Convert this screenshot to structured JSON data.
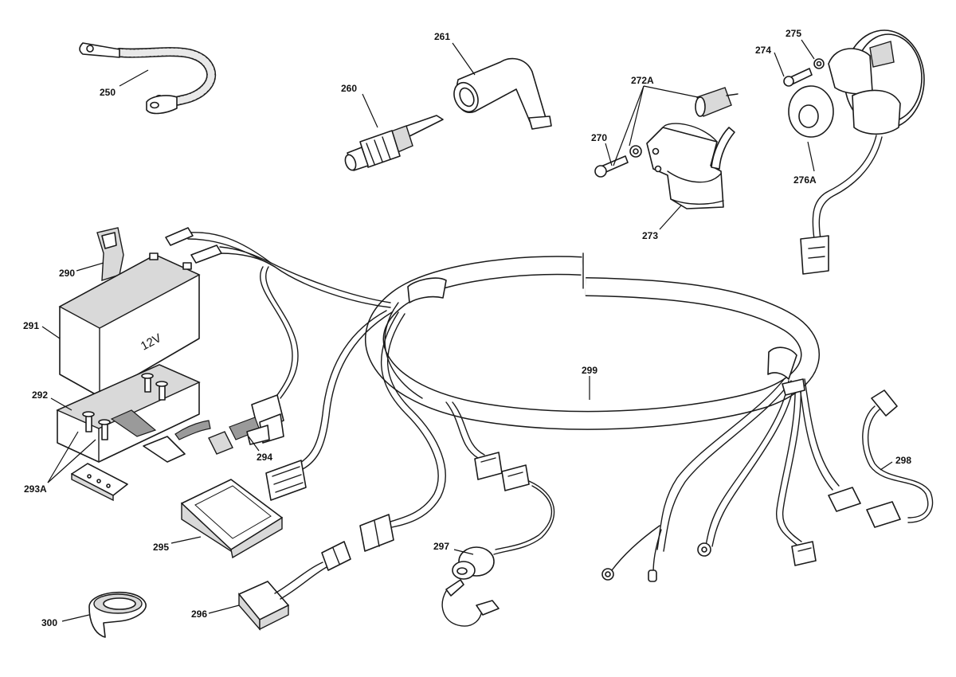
{
  "diagram": {
    "callouts": {
      "c250": "250",
      "c260": "260",
      "c261": "261",
      "c270": "270",
      "c272a": "272A",
      "c273": "273",
      "c274": "274",
      "c275": "275",
      "c276a": "276A",
      "c290": "290",
      "c291": "291",
      "c292": "292",
      "c293a": "293A",
      "c294": "294",
      "c295": "295",
      "c296": "296",
      "c297": "297",
      "c298": "298",
      "c299": "299",
      "c300": "300"
    },
    "battery_label": "12V"
  }
}
